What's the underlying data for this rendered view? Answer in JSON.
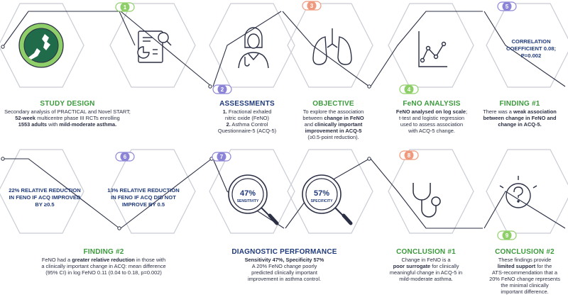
{
  "badges": {
    "b1": "1",
    "b2": "2",
    "b3": "3",
    "b4": "4",
    "b5": "5",
    "b6": "6",
    "b7": "7",
    "b8": "8",
    "b9": "9"
  },
  "study_design": {
    "heading": "STUDY DESIGN",
    "line1": "Secondary analysis of PRACTICAL and Novel START;",
    "line2_bold": "52-week",
    "line2_rest": " multicentre phase III RCTs enrolling",
    "line3_bold_a": "1553 adults",
    "line3_mid": " with ",
    "line3_bold_b": "mild-moderate asthma."
  },
  "assessments": {
    "heading": "ASSESSMENTS",
    "l1_bold": "1.",
    "l1_rest": " Fractional exhaled",
    "l2": "nitric oxide (FeNO)",
    "l3_bold": "2.",
    "l3_rest": " Asthma Control",
    "l4": "Questionnaire-5 (ACQ-5)"
  },
  "objective": {
    "heading": "OBJECTIVE",
    "l1": "To explore the association",
    "l2_a": "between ",
    "l2_bold": "change in FeNO",
    "l3_a": "and ",
    "l3_bold": "clinically important",
    "l4_bold": "improvement in ACQ-5",
    "l5": "(≥0.5-point reduction)."
  },
  "feno_analysis": {
    "heading": "FeNO ANALYSIS",
    "l1_bold": "FeNO analysed on log scale",
    "l1_rest": ";",
    "l2": "t-test and logistic regression",
    "l3": "used to assess association",
    "l4": "with ACQ-5 change."
  },
  "finding1": {
    "heading": "FINDING #1",
    "l1_a": "There was a ",
    "l1_bold": "weak association",
    "l2_bold": "between change in FeNO and",
    "l3_bold": "change in ACQ-5."
  },
  "correlation": {
    "l1": "CORRELATION",
    "l2": "COEFFICIENT 0.08;",
    "l3": "P=0.002"
  },
  "reduction_improved": {
    "l1": "22% RELATIVE REDUCTION",
    "l2": "IN FENO IF ACQ IMPROVED",
    "l3": "BY ≥0.5"
  },
  "reduction_not_improved": {
    "l1": "13% RELATIVE REDUCTION",
    "l2": "IN FENO IF ACQ DID NOT",
    "l3": "IMPROVE BY 0.5"
  },
  "sensitivity_lens": {
    "value": "47%",
    "label": "SENSITIVITY"
  },
  "specificity_lens": {
    "value": "57%",
    "label": "SPECIFICITY"
  },
  "finding2": {
    "heading": "FINDING #2",
    "l1_a": "FeNO had a ",
    "l1_bold": "greater relative reduction",
    "l1_b": " in those with",
    "l2": "a clinically important change in ACQ: mean difference",
    "l3": "(95% CI) in log FeNO 0.11 (0.04 to 0.18, p=0.002)"
  },
  "diagnostic": {
    "heading": "DIAGNOSTIC PERFORMANCE",
    "l1_bold": "Sensitivity 47%, Specificity 57%",
    "l2": "A 20% FeNO change poorly",
    "l3": "predicted clinically important",
    "l4": "improvement in asthma control."
  },
  "conclusion1": {
    "heading": "CONCLUSION #1",
    "l1": "Change in FeNO is a",
    "l2_bold": "poor surrogate",
    "l2_rest": " for clinically",
    "l3": "meaningful change in ACQ-5 in",
    "l4": "mild-moderate asthma."
  },
  "conclusion2": {
    "heading": "CONCLUSION #2",
    "l1": "These findings provide",
    "l2_bold": "limited support",
    "l2_rest": " for the",
    "l3": "ATS-recommendation that a",
    "l4": "20% FeNO change represents",
    "l5": "the minimal clinically",
    "l6": "important difference."
  },
  "colors": {
    "hex_stroke": "#c9ccd3",
    "connector": "#2b2f44",
    "green": "#3c9a3c",
    "badge_green": "#8fcf6a",
    "badge_orange": "#ef9a7e",
    "badge_purple": "#8c84d6",
    "navy": "#1f3a7a",
    "icon_stroke": "#2b2f44"
  },
  "icons": [
    "globe-new-zealand-icon",
    "document-magnifier-icon",
    "clinician-icon",
    "lungs-icon",
    "line-graph-icon",
    "magnifier-icon",
    "stethoscope-icon",
    "question-bubble-icon"
  ]
}
